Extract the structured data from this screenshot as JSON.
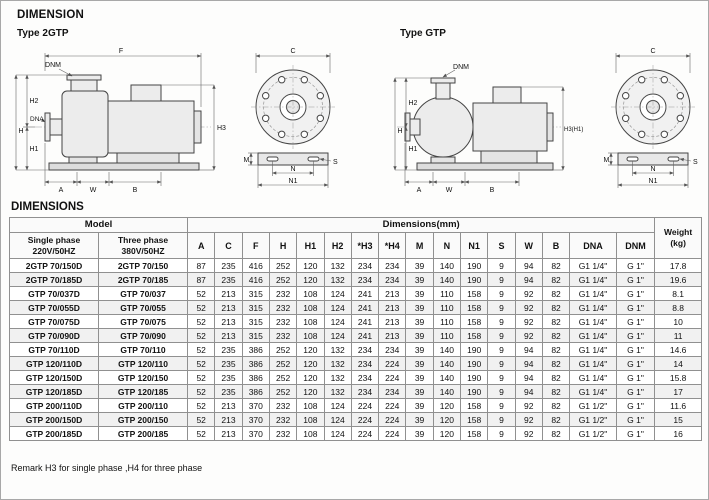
{
  "page": {
    "title": "DIMENSION",
    "section_title": "DIMENSIONS",
    "remark": "Remark  H3 for single phase ,H4 for three phase"
  },
  "drawings": {
    "t2": {
      "title": "Type 2GTP",
      "labels": {
        "F": "F",
        "DNM": "DNM",
        "H2": "H2",
        "DNA": "DNA",
        "H": "H",
        "H1": "H1",
        "H3": "H3",
        "A": "A",
        "W": "W",
        "B": "B",
        "C": "C",
        "M": "M",
        "N": "N",
        "N1": "N1",
        "S": "S"
      }
    },
    "tg": {
      "title": "Type GTP",
      "labels": {
        "DNM": "DNM",
        "H2": "H2",
        "H": "H",
        "H1": "H1",
        "H3": "H3(H1)",
        "A": "A",
        "W": "W",
        "B": "B",
        "C": "C",
        "M": "M",
        "N": "N",
        "N1": "N1",
        "S": "S"
      }
    }
  },
  "table": {
    "model_header": "Model",
    "dims_header": "Dimensions(mm)",
    "weight_header": "Weight\n(kg)",
    "single_phase_header": "Single phase\n220V/50HZ",
    "three_phase_header": "Three phase\n380V/50HZ",
    "dim_cols": [
      "A",
      "C",
      "F",
      "H",
      "H1",
      "H2",
      "*H3",
      "*H4",
      "M",
      "N",
      "N1",
      "S",
      "W",
      "B",
      "DNA",
      "DNM"
    ],
    "rows": [
      {
        "m1": "2GTP 70/150D",
        "m2": "2GTP 70/150",
        "d": [
          "87",
          "235",
          "416",
          "252",
          "120",
          "132",
          "234",
          "234",
          "39",
          "140",
          "190",
          "9",
          "94",
          "82",
          "G1 1/4\"",
          "G 1\""
        ],
        "w": "17.8"
      },
      {
        "m1": "2GTP 70/185D",
        "m2": "2GTP 70/185",
        "d": [
          "87",
          "235",
          "416",
          "252",
          "120",
          "132",
          "234",
          "234",
          "39",
          "140",
          "190",
          "9",
          "94",
          "82",
          "G1 1/4\"",
          "G 1\""
        ],
        "w": "19.6"
      },
      {
        "m1": "GTP 70/037D",
        "m2": "GTP 70/037",
        "d": [
          "52",
          "213",
          "315",
          "232",
          "108",
          "124",
          "241",
          "213",
          "39",
          "110",
          "158",
          "9",
          "92",
          "82",
          "G1 1/4\"",
          "G 1\""
        ],
        "w": "8.1"
      },
      {
        "m1": "GTP 70/055D",
        "m2": "GTP 70/055",
        "d": [
          "52",
          "213",
          "315",
          "232",
          "108",
          "124",
          "241",
          "213",
          "39",
          "110",
          "158",
          "9",
          "92",
          "82",
          "G1 1/4\"",
          "G 1\""
        ],
        "w": "8.8"
      },
      {
        "m1": "GTP 70/075D",
        "m2": "GTP 70/075",
        "d": [
          "52",
          "213",
          "315",
          "232",
          "108",
          "124",
          "241",
          "213",
          "39",
          "110",
          "158",
          "9",
          "92",
          "82",
          "G1 1/4\"",
          "G 1\""
        ],
        "w": "10"
      },
      {
        "m1": "GTP 70/090D",
        "m2": "GTP 70/090",
        "d": [
          "52",
          "213",
          "315",
          "232",
          "108",
          "124",
          "241",
          "213",
          "39",
          "110",
          "158",
          "9",
          "92",
          "82",
          "G1 1/4\"",
          "G 1\""
        ],
        "w": "11"
      },
      {
        "m1": "GTP 70/110D",
        "m2": "GTP 70/110",
        "d": [
          "52",
          "235",
          "386",
          "252",
          "120",
          "132",
          "234",
          "234",
          "39",
          "140",
          "190",
          "9",
          "94",
          "82",
          "G1 1/4\"",
          "G 1\""
        ],
        "w": "14.6"
      },
      {
        "m1": "GTP 120/110D",
        "m2": "GTP 120/110",
        "d": [
          "52",
          "235",
          "386",
          "252",
          "120",
          "132",
          "234",
          "224",
          "39",
          "140",
          "190",
          "9",
          "94",
          "82",
          "G1 1/4\"",
          "G 1\""
        ],
        "w": "14"
      },
      {
        "m1": "GTP 120/150D",
        "m2": "GTP 120/150",
        "d": [
          "52",
          "235",
          "386",
          "252",
          "120",
          "132",
          "234",
          "224",
          "39",
          "140",
          "190",
          "9",
          "94",
          "82",
          "G1 1/4\"",
          "G 1\""
        ],
        "w": "15.8"
      },
      {
        "m1": "GTP 120/185D",
        "m2": "GTP 120/185",
        "d": [
          "52",
          "235",
          "386",
          "252",
          "120",
          "132",
          "234",
          "234",
          "39",
          "140",
          "190",
          "9",
          "94",
          "82",
          "G1 1/4\"",
          "G 1\""
        ],
        "w": "17"
      },
      {
        "m1": "GTP 200/110D",
        "m2": "GTP 200/110",
        "d": [
          "52",
          "213",
          "370",
          "232",
          "108",
          "124",
          "224",
          "224",
          "39",
          "120",
          "158",
          "9",
          "92",
          "82",
          "G1 1/2\"",
          "G 1\""
        ],
        "w": "11.6"
      },
      {
        "m1": "GTP 200/150D",
        "m2": "GTP 200/150",
        "d": [
          "52",
          "213",
          "370",
          "232",
          "108",
          "124",
          "224",
          "224",
          "39",
          "120",
          "158",
          "9",
          "92",
          "82",
          "G1 1/2\"",
          "G 1\""
        ],
        "w": "15"
      },
      {
        "m1": "GTP 200/185D",
        "m2": "GTP 200/185",
        "d": [
          "52",
          "213",
          "370",
          "232",
          "108",
          "124",
          "224",
          "224",
          "39",
          "120",
          "158",
          "9",
          "92",
          "82",
          "G1 1/2\"",
          "G 1\""
        ],
        "w": "16"
      }
    ]
  }
}
